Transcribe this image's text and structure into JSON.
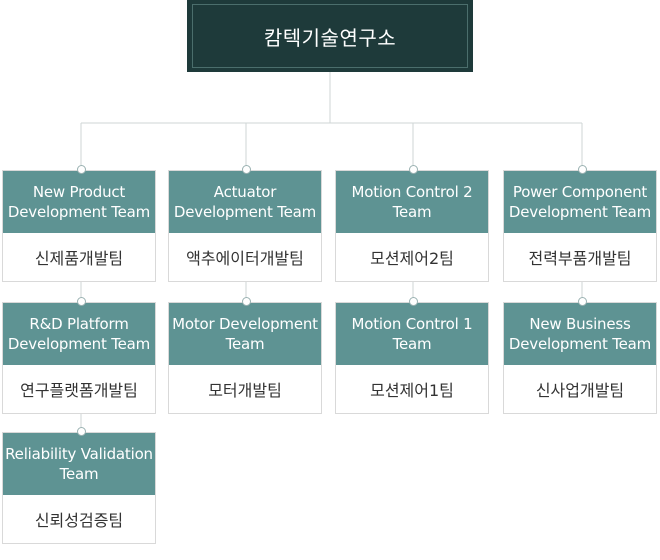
{
  "root": {
    "title": "캄텍기술연구소"
  },
  "columns": [
    {
      "teams": [
        {
          "en": "New Product Development Team",
          "ko": "신제품개발팀"
        },
        {
          "en": "R&D Platform Development Team",
          "ko": "연구플랫폼개발팀"
        },
        {
          "en": "Reliability Validation Team",
          "ko": "신뢰성검증팀"
        }
      ]
    },
    {
      "teams": [
        {
          "en": "Actuator Development Team",
          "ko": "액추에이터개발팀"
        },
        {
          "en": "Motor Development Team",
          "ko": "모터개발팀"
        }
      ]
    },
    {
      "teams": [
        {
          "en": "Motion Control 2 Team",
          "ko": "모션제어2팀"
        },
        {
          "en": "Motion Control 1 Team",
          "ko": "모션제어1팀"
        }
      ]
    },
    {
      "teams": [
        {
          "en": "Power Component Development Team",
          "ko": "전력부품개발팀"
        },
        {
          "en": "New Business Development Team",
          "ko": "신사업개발팀"
        }
      ]
    }
  ]
}
